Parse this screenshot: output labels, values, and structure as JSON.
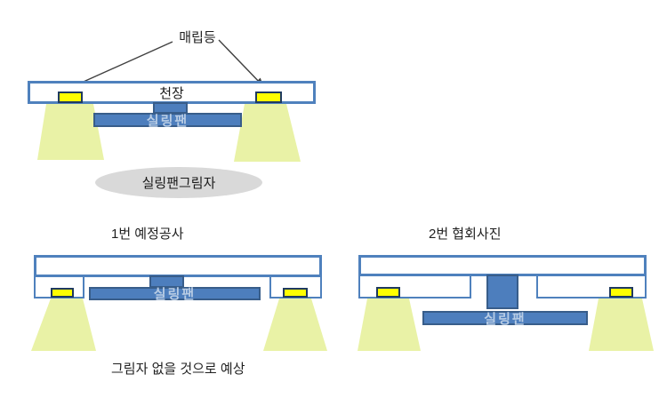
{
  "colors": {
    "outline_blue": "#4f81bd",
    "fill_blue": "#4d7ebd",
    "dark_blue_border": "#385d8a",
    "light_yellow": "#ffff00",
    "light_border_navy": "#1f3a5f",
    "beam_green": "#e9f2a6",
    "shadow_gray": "#d9d9d9",
    "fan_label_blue": "#b8cce4",
    "arrow_gray": "#404040",
    "text_black": "#1f1f1f"
  },
  "top_diagram": {
    "recessed_light_label": "매립등",
    "ceiling_label": "천장",
    "fan_label": "실링팬",
    "shadow_label": "실링팬그림자"
  },
  "bottom_left_diagram": {
    "title": "1번 예정공사",
    "fan_label": "실링팬",
    "caption": "그림자 없을 것으로 예상"
  },
  "bottom_right_diagram": {
    "title": "2번 협회사진",
    "fan_label": "실링팬"
  }
}
